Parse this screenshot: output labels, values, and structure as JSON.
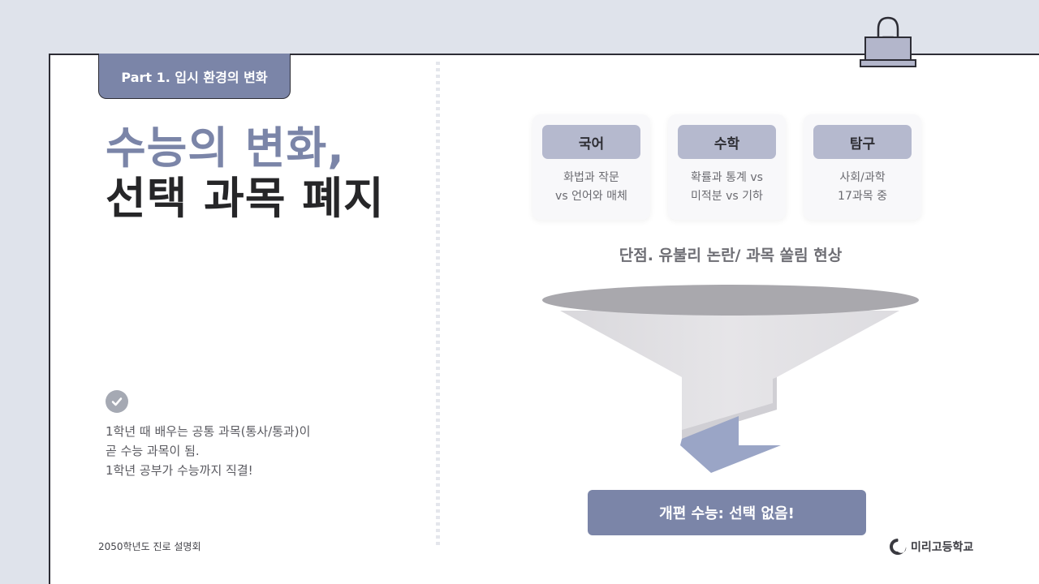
{
  "part_tag": "Part 1. 입시 환경의 변화",
  "title": {
    "line1": "수능의 변화,",
    "line2": "선택 과목 폐지"
  },
  "note": {
    "lines": [
      "1학년 때 배우는 공통 과목(통사/통과)이",
      "곧 수능 과목이 됨.",
      "1학년 공부가 수능까지 직결!"
    ]
  },
  "footer": {
    "event": "2050학년도 진로 설명회"
  },
  "cards": [
    {
      "title": "국어",
      "lines": [
        "화법과 작문",
        "vs 언어와 매체"
      ]
    },
    {
      "title": "수학",
      "lines": [
        "확률과 통계 vs",
        "미적분 vs 기하"
      ]
    },
    {
      "title": "탐구",
      "lines": [
        "사회/과학",
        "17과목 중"
      ]
    }
  ],
  "drawback": "단점. 유불리 논란/ 과목 쏠림 현상",
  "result": "개편 수능: 선택 없음!",
  "logo": {
    "name": "미리고등학교"
  },
  "colors": {
    "accent": "#7b85a8",
    "card_head": "#b5b9ce",
    "background": "#dfe3eb",
    "funnel_body": "#e2e1e4",
    "funnel_rim": "#a9a8ad",
    "arrow": "#9aa5c6"
  },
  "icons": {
    "binder_clip": "binder-clip-icon",
    "check": "check-icon",
    "logo": "school-logo-icon"
  }
}
